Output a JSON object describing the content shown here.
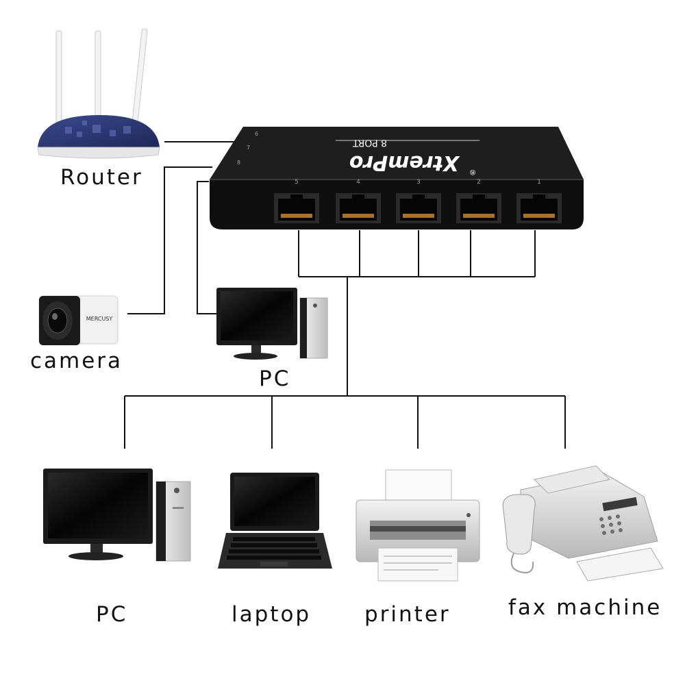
{
  "labels": {
    "router": "Router",
    "camera": "camera",
    "pc_top": "PC",
    "pc": "PC",
    "laptop": "laptop",
    "printer": "printer",
    "fax": "fax machine"
  },
  "switch": {
    "brand": "XtremPro",
    "registered": "®",
    "model": "8 PORT",
    "port_numbers": [
      "5",
      "4",
      "3",
      "2",
      "1"
    ],
    "side_port_numbers": [
      "6",
      "7",
      "8"
    ],
    "body_color": "#151515"
  },
  "camera": {
    "brand": "MERCUSY"
  },
  "colors": {
    "wire": "#111111",
    "label": "#111111",
    "router_body": "#2c3a78",
    "device_silver": "#d8d8d8"
  }
}
